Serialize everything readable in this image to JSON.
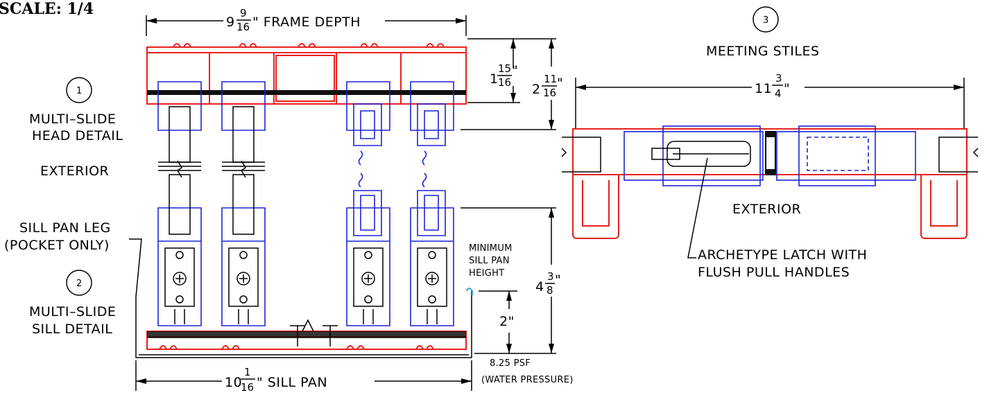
{
  "scale_label": "SCALE: 1/4",
  "detail_1": {
    "number": "1",
    "title_line1": "MULTI–SLIDE",
    "title_line2": "HEAD DETAIL",
    "side_label": "EXTERIOR"
  },
  "detail_2": {
    "number": "2",
    "title_line1": "MULTI–SLIDE",
    "title_line2": "SILL DETAIL"
  },
  "detail_3": {
    "number": "3",
    "title": "MEETING STILES",
    "side_label": "EXTERIOR",
    "callout_line1": "ARCHETYPE LATCH WITH",
    "callout_line2": "FLUSH PULL HANDLES"
  },
  "dimensions": {
    "frame_depth": {
      "whole": "9",
      "num": "9",
      "den": "16",
      "suffix": "\" FRAME DEPTH"
    },
    "head_1": {
      "whole": "1",
      "num": "15",
      "den": "16",
      "suffix": "\""
    },
    "head_2": {
      "whole": "2",
      "num": "11",
      "den": "16",
      "suffix": "\""
    },
    "stile_width": {
      "whole": "11",
      "num": "3",
      "den": "4",
      "suffix": "\""
    },
    "sill_height": {
      "whole": "4",
      "num": "3",
      "den": "8",
      "suffix": "\""
    },
    "min_pan_height": "2\"",
    "sill_pan": {
      "whole": "10",
      "num": "1",
      "den": "16",
      "suffix": "\" SILL PAN"
    }
  },
  "labels": {
    "sill_pan_leg_line1": "SILL PAN LEG",
    "sill_pan_leg_line2": "(POCKET ONLY)",
    "min_sill_line1": "MINIMUM",
    "min_sill_line2": "SILL PAN",
    "min_sill_line3": "HEIGHT",
    "psf_line1": "8.25 PSF",
    "psf_line2": "(WATER PRESSURE)"
  },
  "colors": {
    "frame": "#e8201c",
    "panel": "#1c25d8",
    "accent": "#2aa8e0",
    "line": "#000000"
  }
}
